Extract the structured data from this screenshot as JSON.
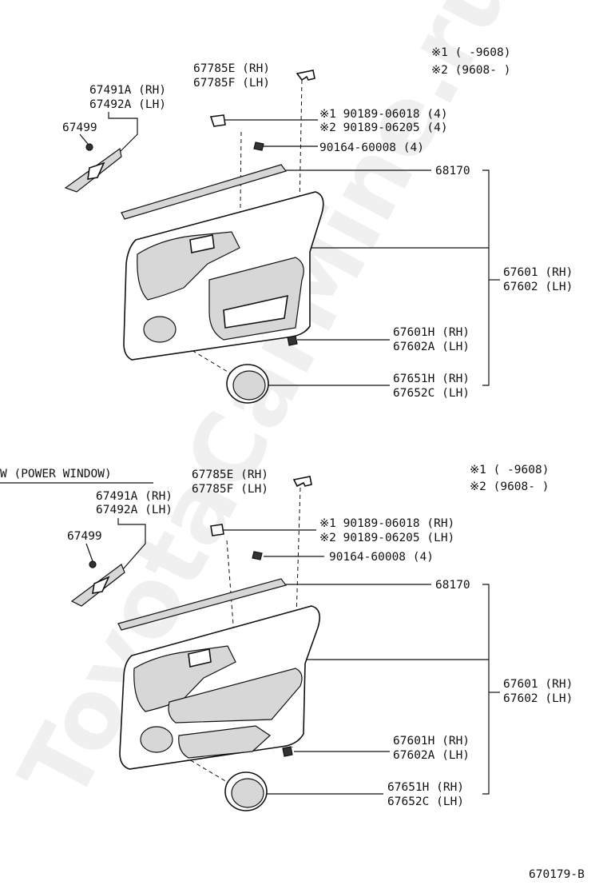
{
  "watermark": "ToyotaCarMine.ru",
  "diagram_code": "670179-B",
  "sections": [
    {
      "heading": "",
      "legend": {
        "row1": "※1 (      -9608)",
        "row2": "※2 (9608-      )"
      },
      "labels": {
        "clip_top_rh": "67785E (RH)",
        "clip_top_lh": "67785F (LH)",
        "upper_bracket_rh": "67491A (RH)",
        "upper_bracket_lh": "67492A (LH)",
        "bracket_clip": "67499",
        "clip_note1": "※1 90189-06018 (4)",
        "clip_note2": "※2 90189-06205 (4)",
        "screw": "90164-60008 (4)",
        "weatherstrip": "68170",
        "board_rh": "67601 (RH)",
        "board_lh": "67602 (LH)",
        "pocket_rh": "67601H (RH)",
        "pocket_lh": "67602A (LH)",
        "cover_rh": "67651H (RH)",
        "cover_lh": "67652C (LH)"
      }
    },
    {
      "heading": "W (POWER WINDOW)",
      "legend": {
        "row1": "※1 (      -9608)",
        "row2": "※2 (9608-      )"
      },
      "labels": {
        "clip_top_rh": "67785E (RH)",
        "clip_top_lh": "67785F (LH)",
        "upper_bracket_rh": "67491A (RH)",
        "upper_bracket_lh": "67492A (LH)",
        "bracket_clip": "67499",
        "clip_note1": "※1  90189-06018 (RH)",
        "clip_note2": "※2  90189-06205 (LH)",
        "screw": "90164-60008 (4)",
        "weatherstrip": "68170",
        "board_rh": "67601 (RH)",
        "board_lh": "67602 (LH)",
        "pocket_rh": "67601H (RH)",
        "pocket_lh": "67602A (LH)",
        "cover_rh": "67651H (RH)",
        "cover_lh": "67652C (LH)"
      }
    }
  ]
}
